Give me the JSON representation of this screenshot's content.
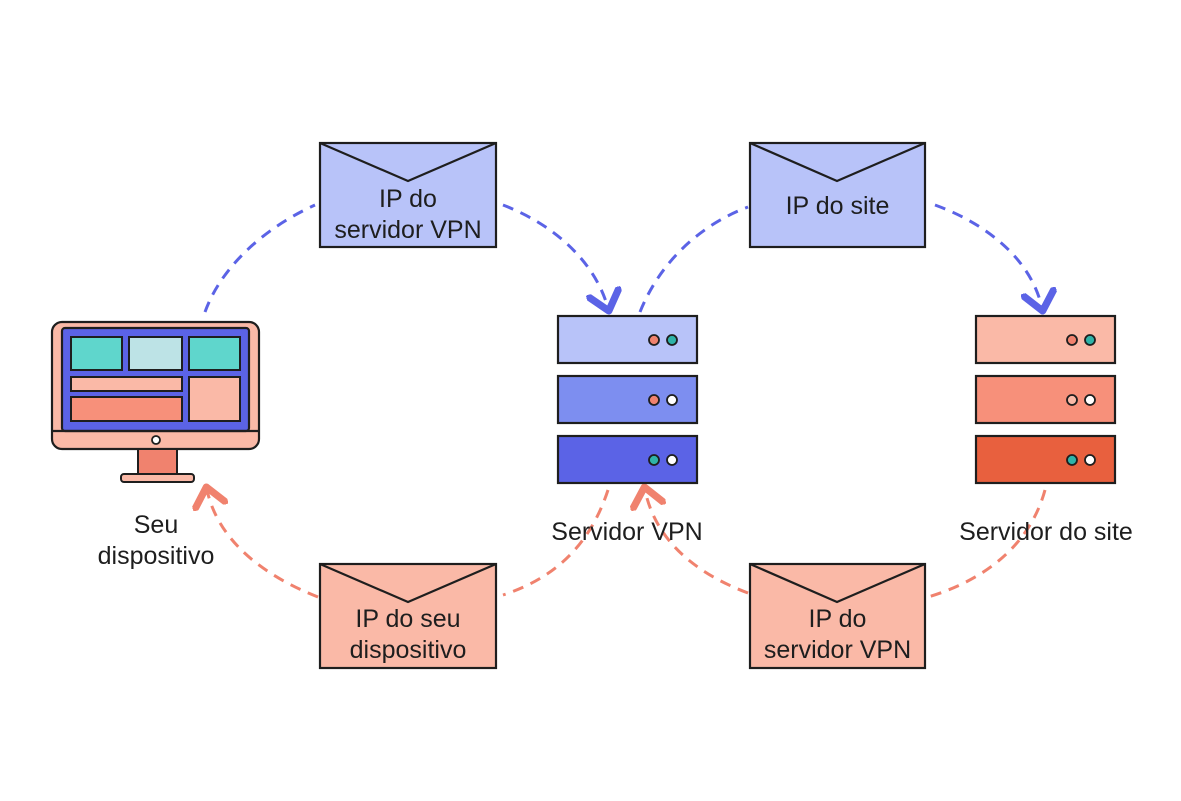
{
  "device": {
    "label_line1": "Seu",
    "label_line2": "dispositivo"
  },
  "vpn_server": {
    "label": "Servidor VPN"
  },
  "site_server": {
    "label": "Servidor do site"
  },
  "envelopes": {
    "top_left": {
      "line1": "IP do",
      "line2": "servidor VPN"
    },
    "top_right": {
      "line1": "IP do site"
    },
    "bottom_left": {
      "line1": "IP do seu",
      "line2": "dispositivo"
    },
    "bottom_right": {
      "line1": "IP do",
      "line2": "servidor VPN"
    }
  },
  "colors": {
    "blue_arrow": "#5b63e6",
    "salmon_arrow": "#f0826e",
    "blue_light": "#b8c3f9",
    "blue_mid": "#7d8ef0",
    "blue_dark": "#5b63e6",
    "salmon_light": "#fab9a7",
    "salmon_mid": "#f7907a",
    "salmon_dark": "#e8603e",
    "teal": "#5fd6cc",
    "outline": "#1e1e1e"
  }
}
